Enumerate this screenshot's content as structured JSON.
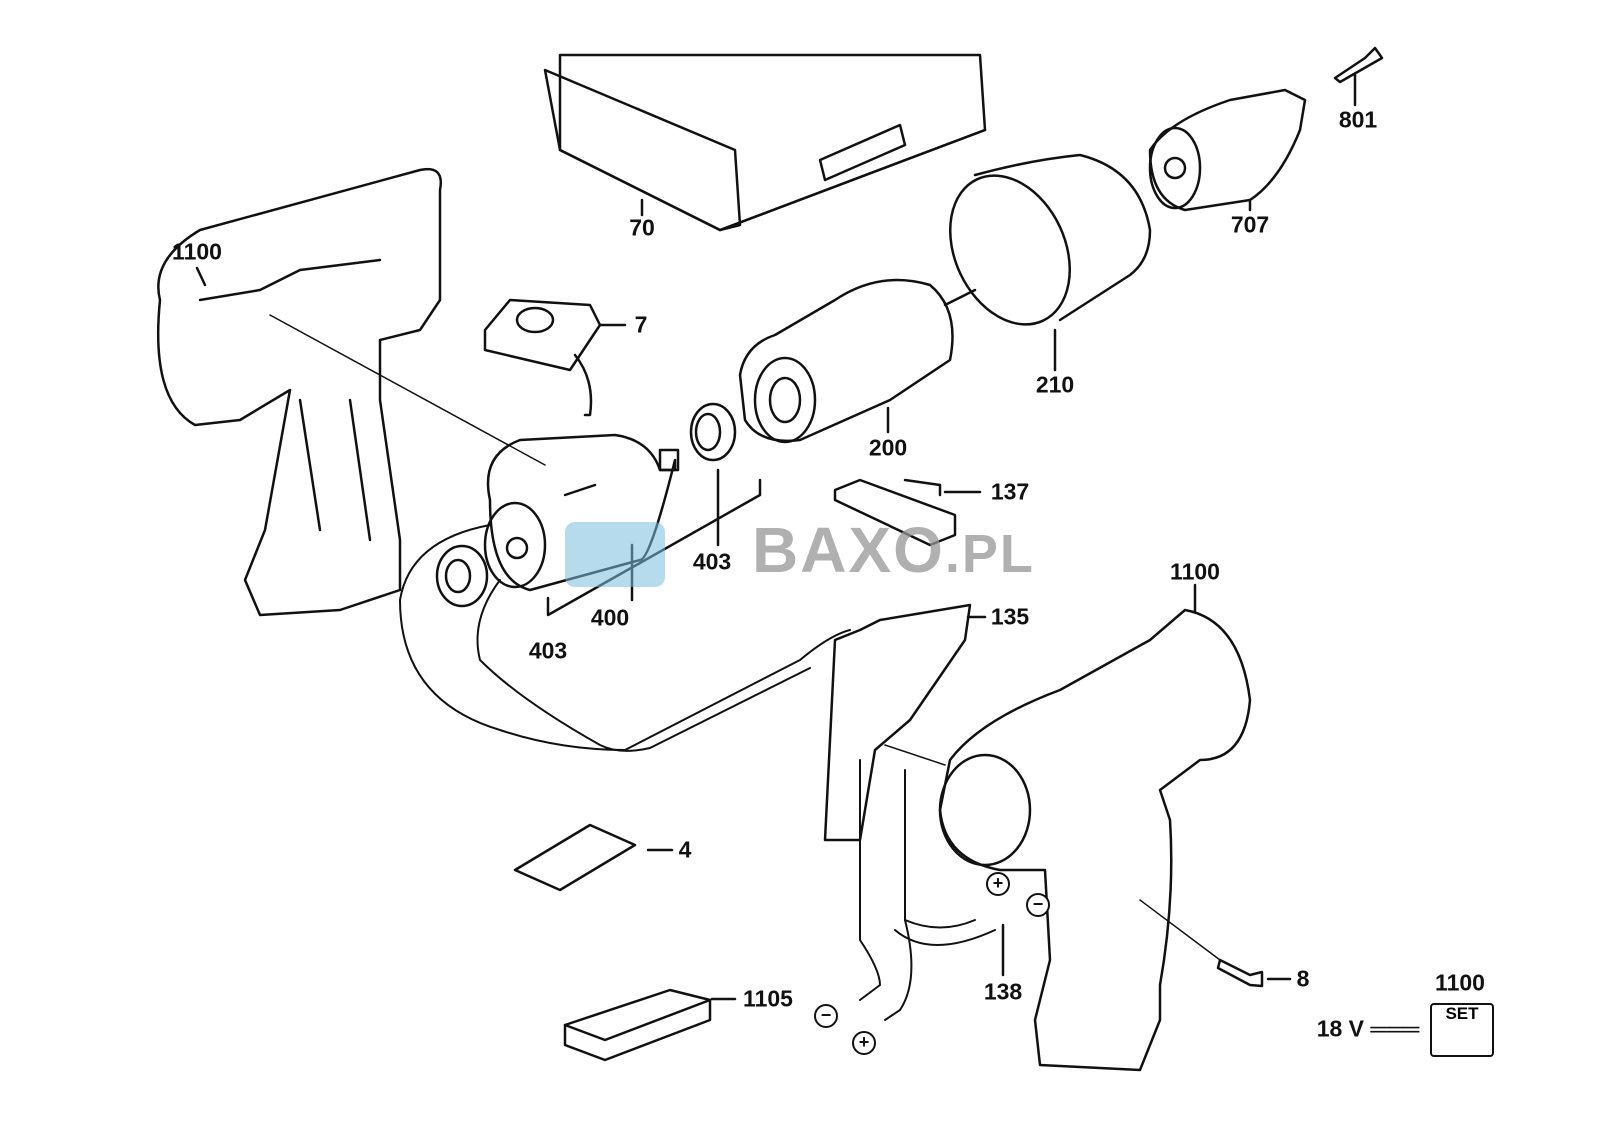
{
  "title": "Exploded parts diagram - cordless drill 18 V",
  "watermark": {
    "brand": "BAXO",
    "suffix": ".PL"
  },
  "labels": {
    "p801": "801",
    "p707": "707",
    "p70": "70",
    "p1100_left": "1100",
    "p7": "7",
    "p210": "210",
    "p200": "200",
    "p137": "137",
    "p403_top": "403",
    "p1100_right": "1100",
    "p400": "400",
    "p135": "135",
    "p403_bottom": "403",
    "p4": "4",
    "p8": "8",
    "p1100_set": "1100",
    "p138": "138",
    "p1105": "1105"
  },
  "voltage": "18 V ═══",
  "set_badge": "SET",
  "polarity": {
    "plus": "+",
    "minus": "−"
  }
}
